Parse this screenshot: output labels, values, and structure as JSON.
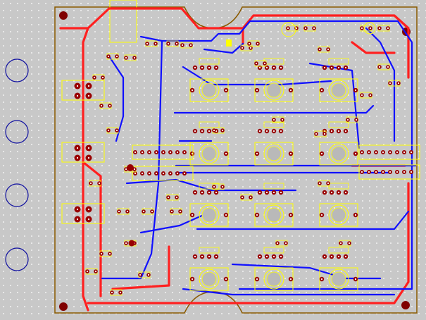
{
  "colors": {
    "background": "#c8c8c8",
    "grid_dot": "#ffffff",
    "board_fill": "#b9b9b9",
    "board_outline": "#8a5a00",
    "top_copper": "#ff2020",
    "bottom_copper": "#1010ff",
    "silkscreen": "#ffff00",
    "pad": "#990000",
    "pad_hole": "#ffffff",
    "mount_hole": "#800000",
    "mount_circle": "#1010a0"
  },
  "icons": {
    "mount_circle": "mounting-circle-icon",
    "mount_hole": "mounting-hole-icon",
    "switch": "rotary-switch-icon",
    "dip": "dip-ic-icon",
    "header": "pin-header-icon"
  },
  "board": {
    "component_groups": {
      "switch_grid": {
        "rows": 4,
        "cols": 3
      },
      "dip_chips": 4,
      "left_headers": 3
    }
  }
}
